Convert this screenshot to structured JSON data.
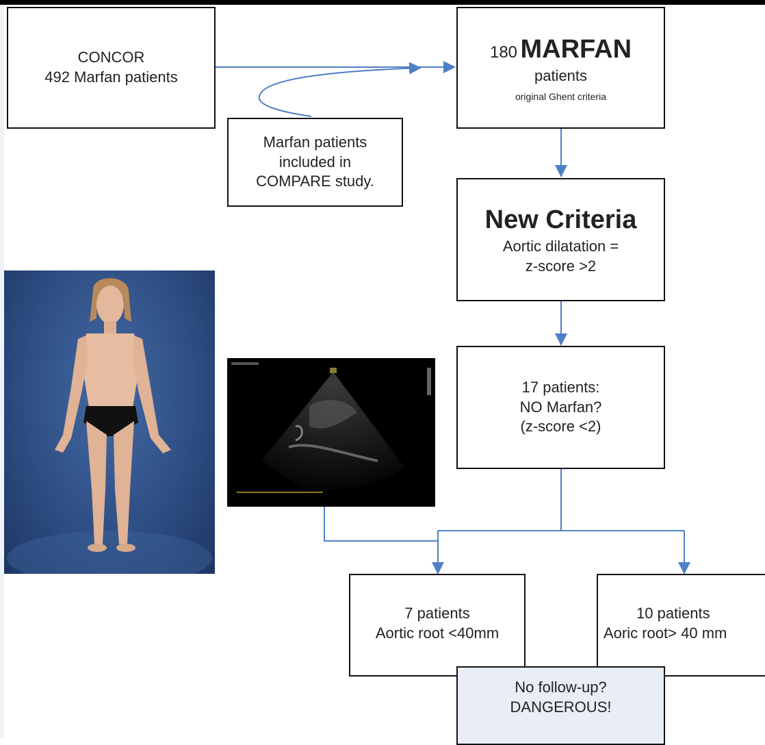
{
  "boxes": {
    "concor": {
      "line1": "CONCOR",
      "line2": "492 Marfan patients"
    },
    "compare": {
      "line1": "Marfan patients",
      "line2": "included in",
      "line3": "COMPARE study."
    },
    "marfan": {
      "num": "180",
      "word": "MARFAN",
      "line2": "patients",
      "line3": "original Ghent criteria"
    },
    "new_criteria": {
      "title": "New Criteria",
      "line2": "Aortic dilatation =",
      "line3": "z-score >2"
    },
    "seventeen": {
      "line1": "17 patients:",
      "line2": "NO Marfan?",
      "line3": "(z-score <2)"
    },
    "seven": {
      "line1": "7 patients",
      "line2": "Aortic root <40mm"
    },
    "ten": {
      "line1": "10 patients",
      "line2": "Aoric root> 40 mm"
    },
    "danger": {
      "line1": "No follow-up?",
      "line2": "DANGEROUS!"
    }
  },
  "colors": {
    "arrow": "#4f7fc7",
    "box_border": "#111111",
    "danger_fill": "#e8edf6",
    "photo_bg": "#2e4f85",
    "echo_bg": "#000000"
  },
  "images": {
    "patient_photo": "person-photo",
    "echocardiogram": "echocardiogram-image"
  }
}
